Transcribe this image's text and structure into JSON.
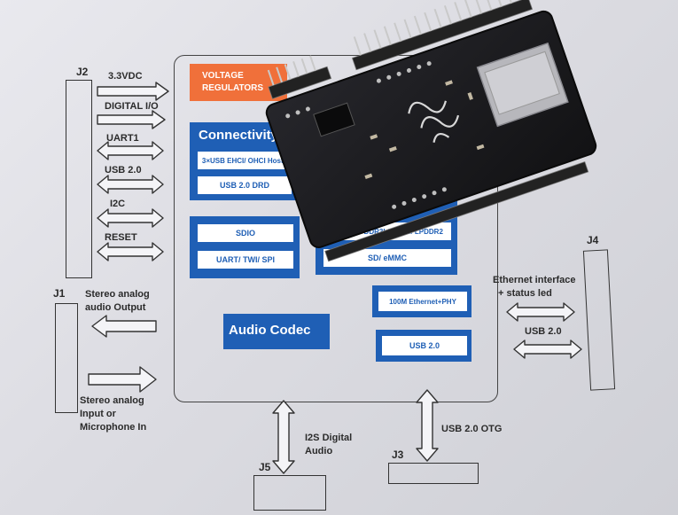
{
  "connectors": {
    "j2": "J2",
    "j1": "J1",
    "j4": "J4",
    "j5": "J5",
    "j3": "J3"
  },
  "left_signals": {
    "v33": "3.3VDC",
    "dio": "DIGITAL I/O",
    "uart1": "UART1",
    "usb20": "USB 2.0",
    "i2c": "I2C",
    "reset": "RESET"
  },
  "audio": {
    "out_line1": "Stereo analog",
    "out_line2": "audio Output",
    "in_line1": "Stereo analog",
    "in_line2": "Input or",
    "in_line3": "Microphone In"
  },
  "right_signals": {
    "eth_line1": "Ethernet interface",
    "eth_line2": "+ status led",
    "usb20": "USB 2.0"
  },
  "bottom_signals": {
    "i2s_line1": "I2S Digital",
    "i2s_line2": "Audio",
    "usb_otg": "USB 2.0 OTG"
  },
  "blocks": {
    "voltage_line1": "VOLTAGE",
    "voltage_line2": "REGULATORS",
    "connectivity_title": "Connectivity",
    "usb_hosts": "3×USB EHCI/ OHCI Hosts",
    "usb_drd": "USB 2.0 DRD",
    "sdio": "SDIO",
    "uart_twi_spi": "UART/ TWI/ SPI",
    "memory_title_fragment": "nory",
    "lpddr": "LPDDR3/ DDR3L/ DDR3/ LPDDR2",
    "sd_emmc": "SD/ eMMC",
    "ethernet_phy": "100M Ethernet+PHY",
    "usb20_box": "USB 2.0",
    "audio_codec": "Audio Codec"
  },
  "colors": {
    "blue": "#1f5fb5",
    "orange": "#f0703a",
    "pcb": "#1c1c1f",
    "paper": "#e4e4ea"
  }
}
